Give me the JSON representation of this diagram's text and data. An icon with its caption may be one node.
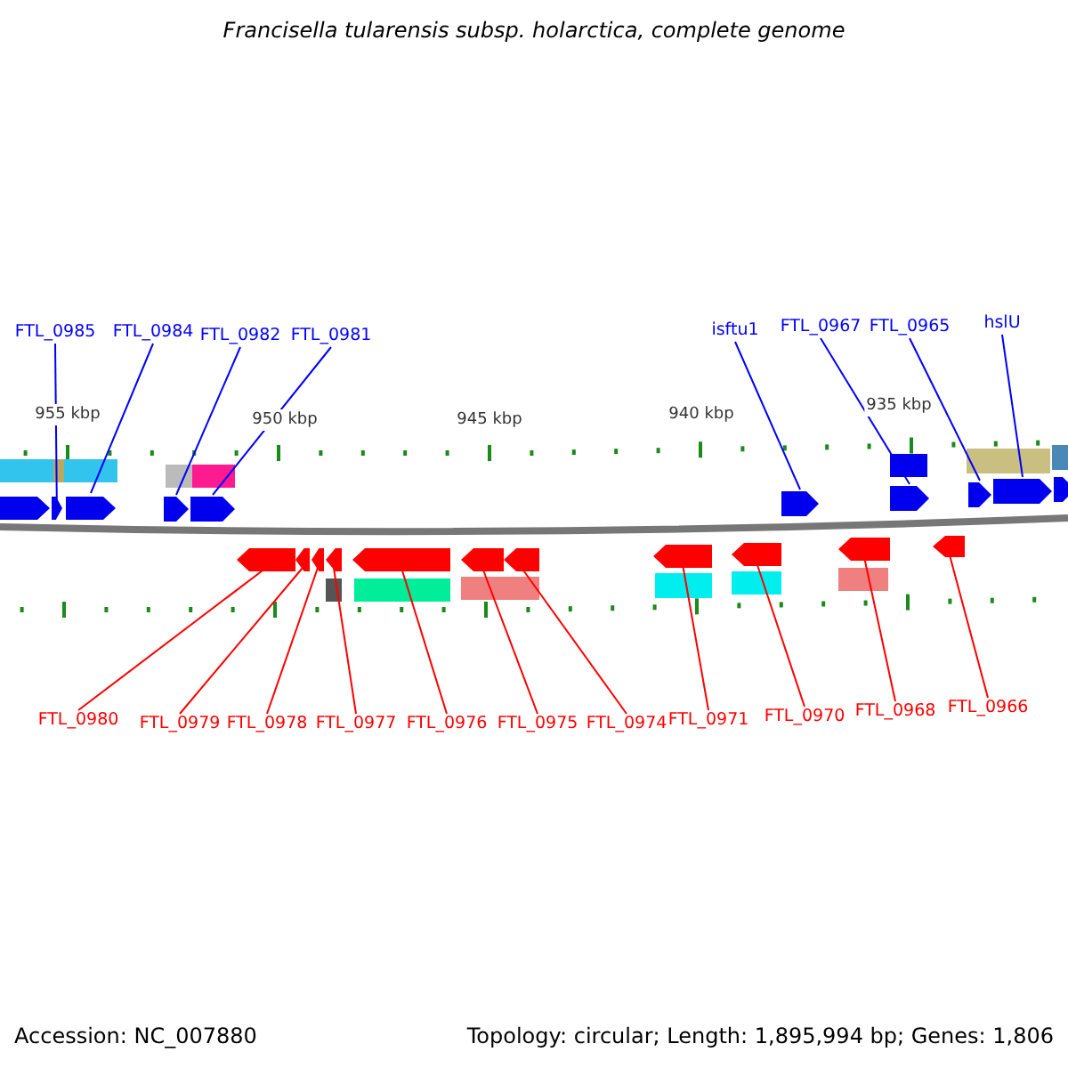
{
  "diagram": {
    "title": "Francisella tularensis subsp. holarctica, complete genome",
    "nodes": [
      {
        "text": [
          "FTL_0985"
        ]
      },
      {
        "text": [
          "FTL_0984"
        ]
      },
      {
        "text": [
          "FTL_0982"
        ]
      },
      {
        "text": [
          "FTL_0981"
        ]
      },
      {
        "text": [
          "isftu1"
        ]
      },
      {
        "text": [
          "FTL_0967"
        ]
      },
      {
        "text": [
          "FTL_0965"
        ]
      },
      {
        "text": [
          "hslU"
        ]
      },
      {
        "text": [],
        "shape": "arrow"
      },
      {
        "text": [],
        "shape": "arrow"
      },
      {
        "text": [],
        "shape": "arrow"
      },
      {
        "text": [],
        "shape": "arrow"
      },
      {
        "text": [],
        "shape": "arrow"
      },
      {
        "text": [],
        "shape": "arrow"
      },
      {
        "text": [],
        "shape": "arrow"
      },
      {
        "text": [],
        "shape": "arrow"
      },
      {
        "text": [],
        "shape": "arrow"
      },
      {
        "text": [],
        "shape": "arrow"
      },
      {
        "text": [],
        "shape": "arrow"
      },
      {
        "text": [],
        "shape": "arrow"
      },
      {
        "text": [],
        "shape": "arrow"
      },
      {
        "text": [],
        "shape": "arrow"
      },
      {
        "text": [],
        "shape": "arrow"
      },
      {
        "text": [],
        "shape": "arrow"
      },
      {
        "text": [],
        "shape": "arrow"
      },
      {
        "text": [],
        "shape": "arrow"
      },
      {
        "text": [],
        "shape": "arrow"
      },
      {
        "text": [],
        "shape": "arrow"
      },
      {
        "text": [],
        "shape": "arrow"
      },
      {
        "text": [
          "FTL_0980"
        ]
      },
      {
        "text": [
          "FTL_0979"
        ]
      },
      {
        "text": [
          "FTL_0978"
        ]
      },
      {
        "text": [
          "FTL_0977"
        ]
      },
      {
        "text": [
          "FTL_0976"
        ]
      },
      {
        "text": [
          "FTL_0975"
        ]
      },
      {
        "text": [
          "FTL_0974"
        ]
      },
      {
        "text": [
          "FTL_0971"
        ]
      },
      {
        "text": [
          "FTL_0970"
        ]
      },
      {
        "text": [
          "FTL_0968"
        ]
      },
      {
        "text": [
          "FTL_0966"
        ]
      }
    ],
    "edges": [
      {
        "from": 0,
        "to": 9,
        "arrow": "none",
        "color": "#0000ff"
      },
      {
        "from": 1,
        "to": 10,
        "arrow": "none",
        "color": "#0000ff"
      },
      {
        "from": 2,
        "to": 11,
        "arrow": "none",
        "color": "#0000ff"
      },
      {
        "from": 3,
        "to": 12,
        "arrow": "none",
        "color": "#0000ff"
      },
      {
        "from": 4,
        "to": 13,
        "arrow": "none",
        "color": "#0000ff"
      },
      {
        "from": 5,
        "to": 14,
        "arrow": "none",
        "color": "#0000ff"
      },
      {
        "from": 6,
        "to": 15,
        "arrow": "none",
        "color": "#0000ff"
      },
      {
        "from": 7,
        "to": 16,
        "arrow": "none",
        "color": "#0000ff"
      },
      {
        "from": 29,
        "to": 18,
        "arrow": "none"
      },
      {
        "from": 30,
        "to": 19,
        "arrow": "none"
      },
      {
        "from": 31,
        "to": 20,
        "arrow": "none"
      },
      {
        "from": 32,
        "to": 21,
        "arrow": "none"
      },
      {
        "from": 33,
        "to": 22,
        "arrow": "none"
      },
      {
        "from": 34,
        "to": 23,
        "arrow": "none"
      },
      {
        "from": 35,
        "to": 24,
        "arrow": "none"
      },
      {
        "from": 36,
        "to": 25,
        "arrow": "none"
      },
      {
        "from": 37,
        "to": 26,
        "arrow": "none"
      },
      {
        "from": 38,
        "to": 27,
        "arrow": "none"
      },
      {
        "from": 39,
        "to": 28,
        "arrow": "none"
      }
    ],
    "labels": [
      "955 kbp",
      "950 kbp",
      "945 kbp",
      "940 kbp",
      "935 kbp",
      "Accession: NC_007880",
      "Topology: circular; Length: 1,895,994 bp; Genes: 1,806"
    ]
  }
}
